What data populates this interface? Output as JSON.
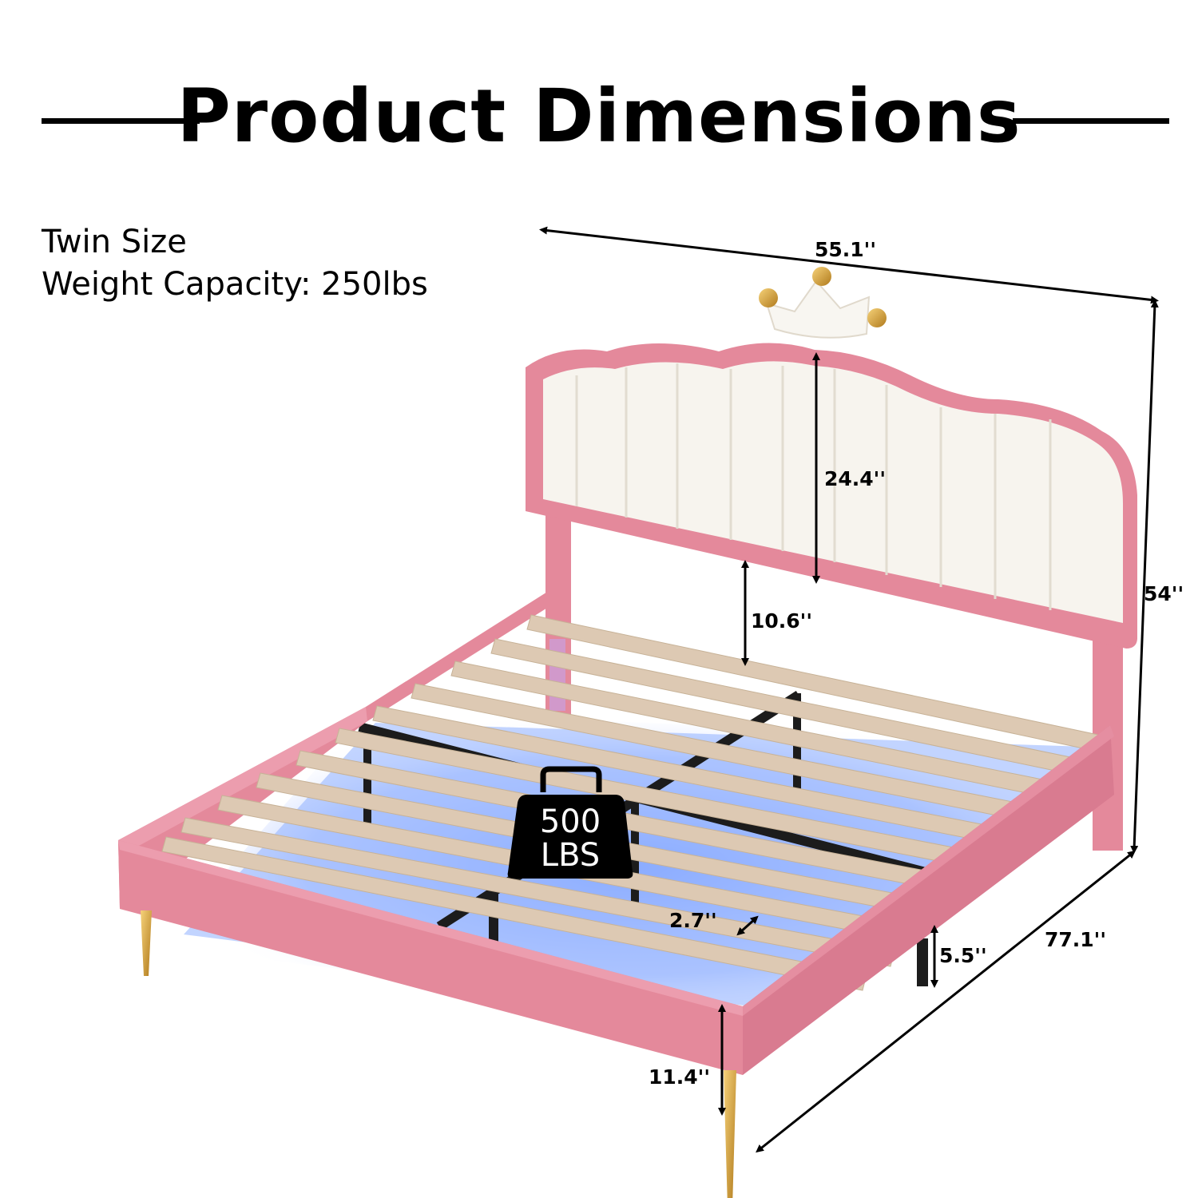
{
  "header": {
    "title": "Product Dimensions"
  },
  "specs": {
    "size": "Twin Size",
    "capacity": "Weight Capacity: 250lbs"
  },
  "dimensions": {
    "overall_width": "55.1''",
    "headboard_height": "24.4''",
    "overall_height": "54''",
    "headboard_gap": "10.6''",
    "slat_gap": "2.7''",
    "under_bed_clearance": "5.5''",
    "overall_length": "77.1''",
    "side_rail_height": "11.4''"
  },
  "badge": {
    "line1": "500",
    "line2": "LBS"
  },
  "colors": {
    "frame": "#e4899b",
    "frame_dark": "#c86a80",
    "headboard_panel": "#f7f4ee",
    "slat": "#ddc9b3",
    "support": "#1c1c1c",
    "glow": "#8fb0ff",
    "gold": "#c99a3c"
  }
}
